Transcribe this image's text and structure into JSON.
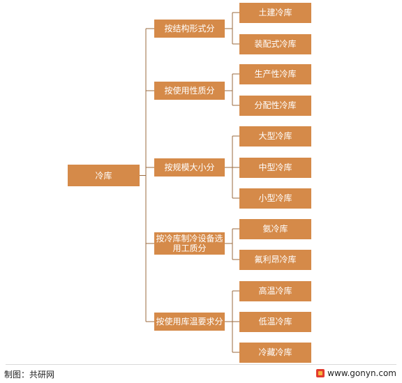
{
  "diagram": {
    "root": "冷库",
    "categories": [
      {
        "label": "按结构形式分",
        "children": [
          "土建冷库",
          "装配式冷库"
        ]
      },
      {
        "label": "按使用性质分",
        "children": [
          "生产性冷库",
          "分配性冷库"
        ]
      },
      {
        "label": "按规模大小分",
        "children": [
          "大型冷库",
          "中型冷库",
          "小型冷库"
        ]
      },
      {
        "label": "按冷库制冷设备选用工质分",
        "children": [
          "氨冷库",
          "氟利昂冷库"
        ]
      },
      {
        "label": "按使用库温要求分",
        "children": [
          "高温冷库",
          "低温冷库",
          "冷藏冷库"
        ]
      }
    ]
  },
  "footer": {
    "source": "制图：共研网",
    "website": "www.gonyn.com"
  },
  "colors": {
    "node": "#d58a49",
    "line": "#9a6a3e"
  }
}
